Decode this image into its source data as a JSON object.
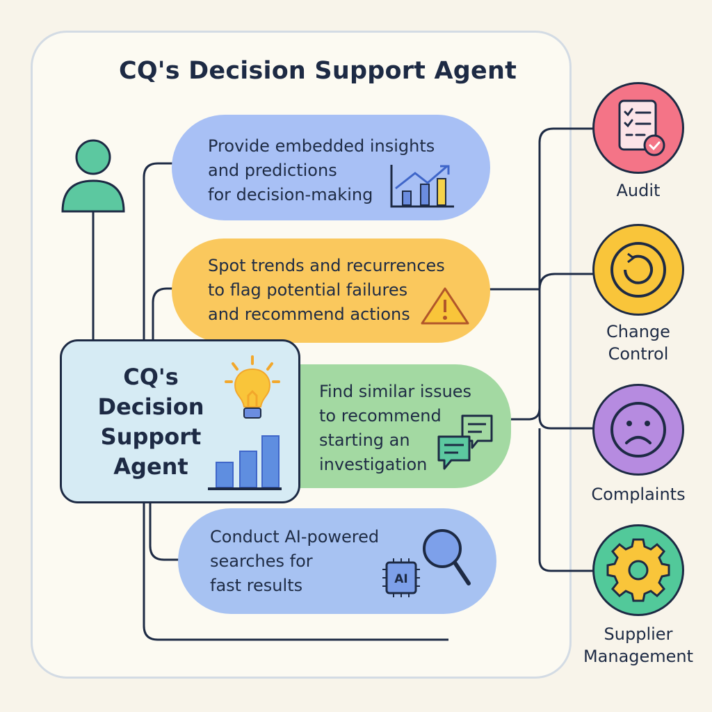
{
  "title": "CQ's Decision Support Agent",
  "agent": {
    "lines": [
      "CQ's",
      "Decision",
      "Support",
      "Agent"
    ]
  },
  "capabilities": [
    {
      "lines": [
        "Provide embedded insights",
        "and predictions",
        "for decision-making"
      ],
      "icon": "chart-trend-icon",
      "color": "#a8c0f5"
    },
    {
      "lines": [
        "Spot trends and recurrences",
        "to flag potential failures",
        "and recommend actions"
      ],
      "icon": "warning-icon",
      "color": "#fac85d"
    },
    {
      "lines": [
        "Find similar issues",
        "to recommend",
        "starting an",
        "investigation"
      ],
      "icon": "chat-bubbles-icon",
      "color": "#a3d9a2"
    },
    {
      "lines": [
        "Conduct AI-powered",
        "searches for",
        "fast results"
      ],
      "icon": "ai-search-icon",
      "color": "#a7c2f2"
    }
  ],
  "modules": [
    {
      "lines": [
        "Audit"
      ],
      "icon": "checklist-icon",
      "color": "#f47487"
    },
    {
      "lines": [
        "Change",
        "Control"
      ],
      "icon": "cycle-icon",
      "color": "#f9c53a"
    },
    {
      "lines": [
        "Complaints"
      ],
      "icon": "sad-face-icon",
      "color": "#b68be0"
    },
    {
      "lines": [
        "Supplier",
        "Management"
      ],
      "icon": "gear-icon",
      "color": "#52c99a"
    }
  ],
  "colors": {
    "ink": "#1d2a44",
    "background": "#f8f4ea",
    "panel": "#fcfaf2"
  }
}
